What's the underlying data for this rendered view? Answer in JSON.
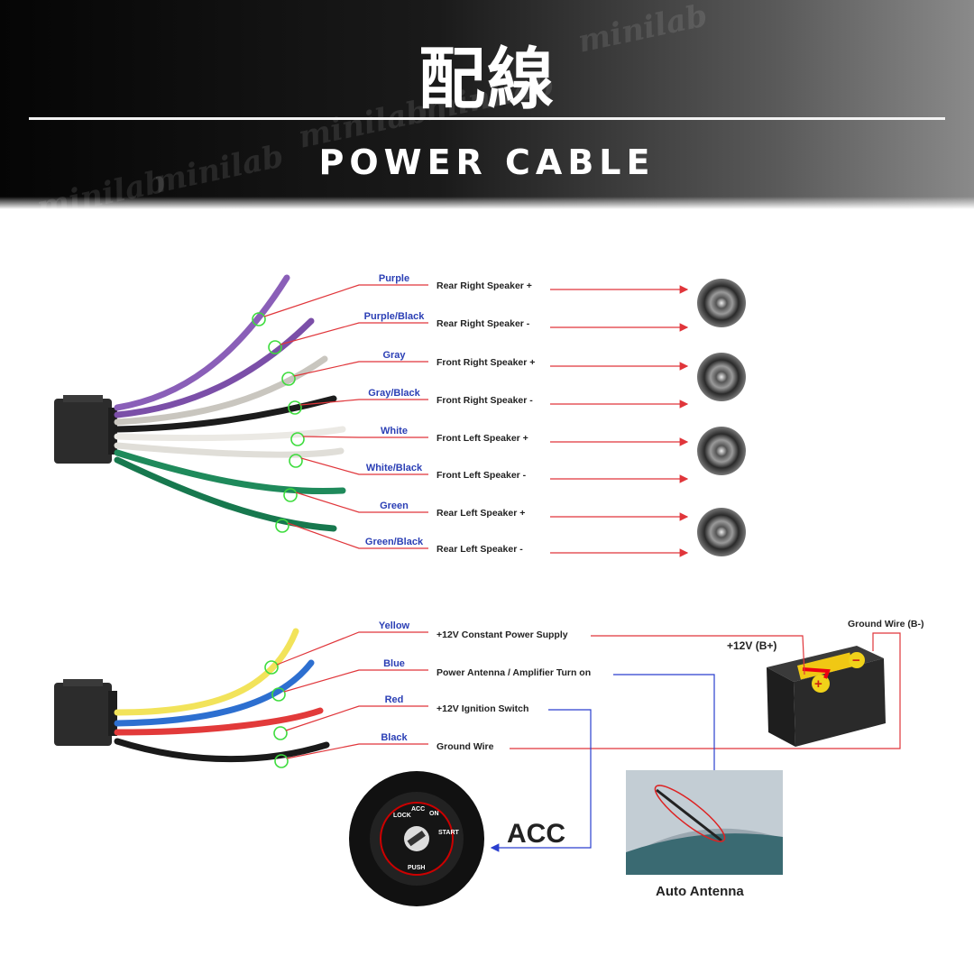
{
  "header": {
    "title": "配線",
    "subtitle": "POWER CABLE",
    "watermark": "minilab"
  },
  "speakers": {
    "wires": [
      {
        "color_name": "Purple",
        "function": "Rear Right Speaker +",
        "hex": "#8a5fb8"
      },
      {
        "color_name": "Purple/Black",
        "function": "Rear Right Speaker -",
        "hex": "#7b4fa8"
      },
      {
        "color_name": "Gray",
        "function": "Front Right Speaker +",
        "hex": "#c9c6bf"
      },
      {
        "color_name": "Gray/Black",
        "function": "Front Right Speaker -",
        "hex": "#bdbab2"
      },
      {
        "color_name": "White",
        "function": "Front Left Speaker +",
        "hex": "#ebe9e4"
      },
      {
        "color_name": "White/Black",
        "function": "Front Left Speaker -",
        "hex": "#e0ded8"
      },
      {
        "color_name": "Green",
        "function": "Rear Left Speaker +",
        "hex": "#1f8a5b"
      },
      {
        "color_name": "Green/Black",
        "function": "Rear Left Speaker -",
        "hex": "#17784e"
      }
    ]
  },
  "power": {
    "wires": [
      {
        "color_name": "Yellow",
        "function": "+12V Constant Power Supply",
        "hex": "#f2e35a"
      },
      {
        "color_name": "Blue",
        "function": "Power Antenna / Amplifier Turn on",
        "hex": "#2d6fd0"
      },
      {
        "color_name": "Red",
        "function": "+12V  Ignition Switch",
        "hex": "#e23a3a"
      },
      {
        "color_name": "Black",
        "function": "Ground Wire",
        "hex": "#1a1a1a"
      }
    ],
    "battery_positive_label": "+12V  (B+)",
    "battery_ground_label": "Ground Wire (B-)",
    "acc_label": "ACC",
    "ignition_text": {
      "lock": "LOCK",
      "acc": "ACC",
      "on": "ON",
      "start": "START",
      "push": "PUSH"
    },
    "antenna_caption": "Auto Antenna"
  },
  "colors": {
    "label_blue": "#2b3fb5",
    "leader_red": "#e0353a",
    "arrow_blue": "#2a3fcf",
    "marker_green": "#3ddc3d"
  }
}
